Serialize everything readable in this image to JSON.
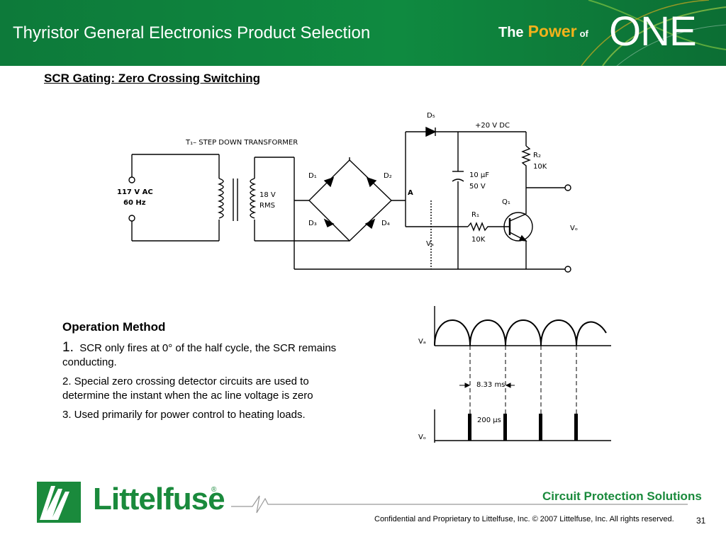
{
  "header": {
    "title": "Thyristor General Electronics Product Selection",
    "tagline_the": "The",
    "tagline_power": "Power",
    "tagline_of": "of",
    "tagline_one": "ONE"
  },
  "subtitle": "SCR Gating: Zero Crossing Switching",
  "circuit": {
    "transformer_label": "T₁– STEP DOWN TRANSFORMER",
    "input_voltage": "117 V AC",
    "input_freq": "60 Hz",
    "secondary_voltage": "18 V",
    "secondary_rms": "RMS",
    "d1": "D₁",
    "d2": "D₂",
    "d3": "D₃",
    "d4": "D₄",
    "d5": "D₅",
    "node_a": "A",
    "supply": "+20 V DC",
    "cap_value": "10 μF",
    "cap_voltage": "50 V",
    "r2": "R₂",
    "r2_value": "10K",
    "r1": "R₁",
    "r1_value": "10K",
    "q1": "Q₁",
    "vo": "Vₒ",
    "va": "Vₐ"
  },
  "waveform": {
    "va_label": "Vₐ",
    "vo_label": "Vₒ",
    "period_label": "8.33 ms",
    "pulse_label": "200 μs"
  },
  "operation": {
    "heading": "Operation Method",
    "item1_num": "1.",
    "item1_text": "SCR only fires at 0° of the half cycle, the SCR remains conducting.",
    "item2": "2.  Special zero crossing detector circuits are used to determine the instant when the ac line voltage is zero",
    "item3": "3. Used primarily for power control to heating loads."
  },
  "footer": {
    "logo_text": "Littelfuse",
    "logo_reg": "®",
    "tagline": "Circuit Protection Solutions",
    "confidential": "Confidential and Proprietary to Littelfuse, Inc.  © 2007 Littelfuse, Inc.  All rights reserved.",
    "page_number": "31"
  },
  "colors": {
    "header_green": "#0f8a40",
    "power_gold": "#f2b21b",
    "brand_green": "#1a8a3c"
  }
}
